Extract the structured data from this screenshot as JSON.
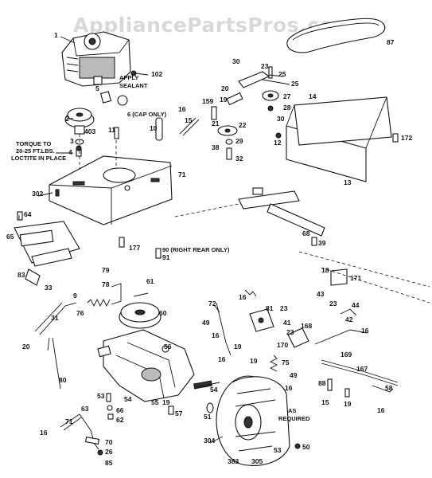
{
  "watermark": "AppliancePartsPros.com",
  "notes": {
    "apply_sealant_1": "APPLY",
    "apply_sealant_2": "SEALANT",
    "cap_only": "6 (CAP ONLY)",
    "torque_1": "TORQUE TO",
    "torque_2": "20-25 FT.LBS.",
    "torque_3": "LOCTITE IN PLACE",
    "right_rear_only": "90 (RIGHT REAR ONLY)",
    "as_required_1": "AS",
    "as_required_2": "REQUIRED"
  },
  "labels": [
    {
      "id": "engine",
      "text": "1"
    },
    {
      "id": "p102",
      "text": "102"
    },
    {
      "id": "p2",
      "text": "2"
    },
    {
      "id": "p403",
      "text": "403"
    },
    {
      "id": "p3",
      "text": "3"
    },
    {
      "id": "p4",
      "text": "4"
    },
    {
      "id": "p5",
      "text": "5"
    },
    {
      "id": "p10",
      "text": "10"
    },
    {
      "id": "p11",
      "text": "11"
    },
    {
      "id": "p302",
      "text": "302"
    },
    {
      "id": "p71",
      "text": "71"
    },
    {
      "id": "p16a",
      "text": "16"
    },
    {
      "id": "p15a",
      "text": "15"
    },
    {
      "id": "p159",
      "text": "159"
    },
    {
      "id": "p20",
      "text": "20"
    },
    {
      "id": "p19a",
      "text": "19"
    },
    {
      "id": "p21",
      "text": "21"
    },
    {
      "id": "p22",
      "text": "22"
    },
    {
      "id": "p29",
      "text": "29"
    },
    {
      "id": "p38",
      "text": "38"
    },
    {
      "id": "p32",
      "text": "32"
    },
    {
      "id": "p30a",
      "text": "30"
    },
    {
      "id": "p23a",
      "text": "23"
    },
    {
      "id": "p25a",
      "text": "25"
    },
    {
      "id": "p25b",
      "text": "25"
    },
    {
      "id": "p27",
      "text": "27"
    },
    {
      "id": "p28",
      "text": "28"
    },
    {
      "id": "p30b",
      "text": "30"
    },
    {
      "id": "p87",
      "text": "87"
    },
    {
      "id": "p14",
      "text": "14"
    },
    {
      "id": "p172",
      "text": "172"
    },
    {
      "id": "p12",
      "text": "12"
    },
    {
      "id": "p13",
      "text": "13"
    },
    {
      "id": "p64",
      "text": "64"
    },
    {
      "id": "p65",
      "text": "65"
    },
    {
      "id": "p177",
      "text": "177"
    },
    {
      "id": "p91",
      "text": "91"
    },
    {
      "id": "p39",
      "text": "39"
    },
    {
      "id": "p68",
      "text": "68"
    },
    {
      "id": "p83",
      "text": "83"
    },
    {
      "id": "p33",
      "text": "33"
    },
    {
      "id": "p79",
      "text": "79"
    },
    {
      "id": "p78",
      "text": "78"
    },
    {
      "id": "p61",
      "text": "61"
    },
    {
      "id": "p9",
      "text": "9"
    },
    {
      "id": "p76",
      "text": "76"
    },
    {
      "id": "p60",
      "text": "60"
    },
    {
      "id": "p31",
      "text": "31"
    },
    {
      "id": "p20b",
      "text": "20"
    },
    {
      "id": "p56",
      "text": "56"
    },
    {
      "id": "p80",
      "text": "80"
    },
    {
      "id": "p53a",
      "text": "53"
    },
    {
      "id": "p54a",
      "text": "54"
    },
    {
      "id": "p55",
      "text": "55"
    },
    {
      "id": "p66",
      "text": "66"
    },
    {
      "id": "p62",
      "text": "62"
    },
    {
      "id": "p16b",
      "text": "16"
    },
    {
      "id": "p71b",
      "text": "71"
    },
    {
      "id": "p63",
      "text": "63"
    },
    {
      "id": "p70",
      "text": "70"
    },
    {
      "id": "p26",
      "text": "26"
    },
    {
      "id": "p85",
      "text": "85"
    },
    {
      "id": "p19b",
      "text": "19"
    },
    {
      "id": "p57",
      "text": "57"
    },
    {
      "id": "p54b",
      "text": "54"
    },
    {
      "id": "p51",
      "text": "51"
    },
    {
      "id": "p304",
      "text": "304"
    },
    {
      "id": "p383",
      "text": "383"
    },
    {
      "id": "p305",
      "text": "305"
    },
    {
      "id": "p53b",
      "text": "53"
    },
    {
      "id": "p50",
      "text": "50"
    },
    {
      "id": "p72",
      "text": "72"
    },
    {
      "id": "p49a",
      "text": "49"
    },
    {
      "id": "p16c",
      "text": "16"
    },
    {
      "id": "p19c",
      "text": "19"
    },
    {
      "id": "p81",
      "text": "81"
    },
    {
      "id": "p23b",
      "text": "23"
    },
    {
      "id": "p41",
      "text": "41"
    },
    {
      "id": "p23c",
      "text": "23"
    },
    {
      "id": "p168",
      "text": "168"
    },
    {
      "id": "p170",
      "text": "170"
    },
    {
      "id": "p19d",
      "text": "19"
    },
    {
      "id": "p75",
      "text": "75"
    },
    {
      "id": "p49b",
      "text": "49"
    },
    {
      "id": "p16d",
      "text": "16"
    },
    {
      "id": "p16e",
      "text": "16"
    },
    {
      "id": "p18",
      "text": "18"
    },
    {
      "id": "p171",
      "text": "171"
    },
    {
      "id": "p43",
      "text": "43"
    },
    {
      "id": "p23d",
      "text": "23"
    },
    {
      "id": "p44",
      "text": "44"
    },
    {
      "id": "p42",
      "text": "42"
    },
    {
      "id": "p16f",
      "text": "16"
    },
    {
      "id": "p169",
      "text": "169"
    },
    {
      "id": "p167",
      "text": "167"
    },
    {
      "id": "p58",
      "text": "58"
    },
    {
      "id": "p88",
      "text": "88"
    },
    {
      "id": "p15b",
      "text": "15"
    },
    {
      "id": "p19e",
      "text": "19"
    },
    {
      "id": "p16g",
      "text": "16"
    },
    {
      "id": "p16h",
      "text": "16"
    }
  ]
}
